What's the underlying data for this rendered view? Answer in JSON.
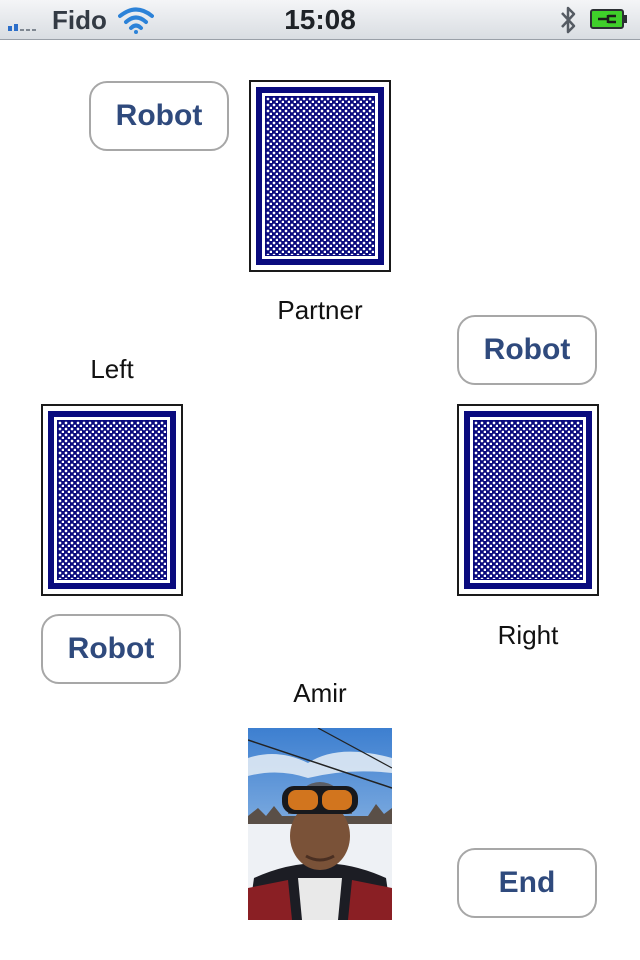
{
  "status_bar": {
    "carrier": "Fido",
    "time": "15:08",
    "icons": [
      "signal-icon",
      "wifi-icon",
      "bluetooth-icon",
      "battery-charging-icon"
    ],
    "battery_color": "#3fcf2a"
  },
  "players": {
    "partner": {
      "name": "Partner",
      "button_label": "Robot"
    },
    "left": {
      "name": "Left",
      "button_label": "Robot"
    },
    "right": {
      "name": "Right",
      "button_label": "Robot"
    },
    "me": {
      "name": "Amir"
    }
  },
  "end_button_label": "End",
  "colors": {
    "card_back": "#0a0b7e",
    "button_text": "#2f4a7d",
    "button_border": "#a7a7a7"
  }
}
